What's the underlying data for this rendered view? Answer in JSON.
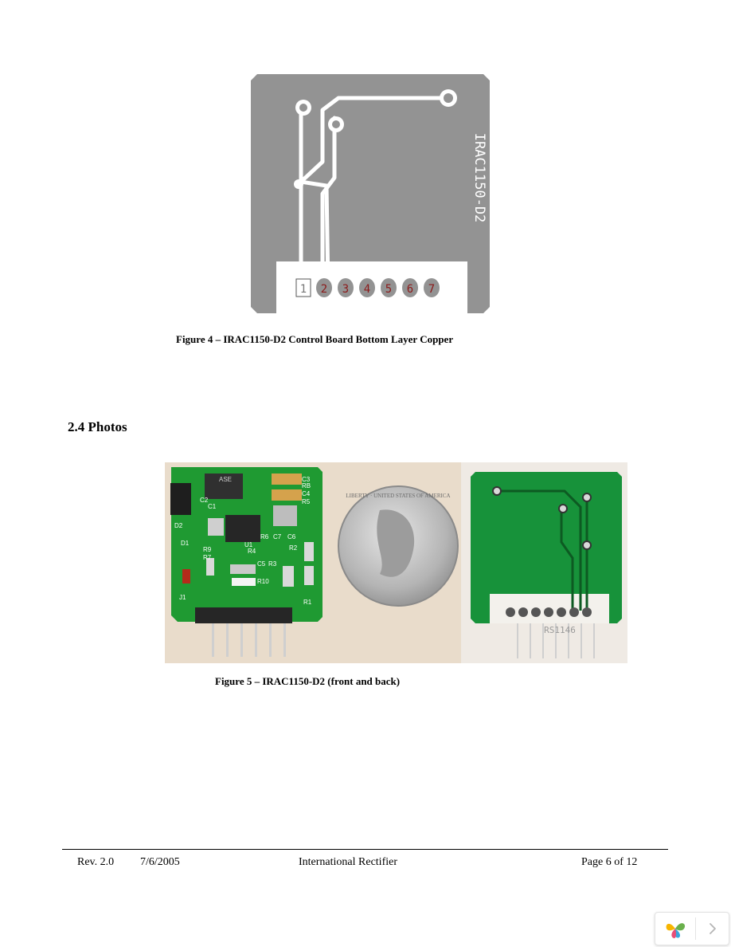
{
  "figure4": {
    "board_label": "IRAC1150-D2",
    "pins": [
      "1",
      "2",
      "3",
      "4",
      "5",
      "6",
      "7"
    ],
    "caption": "Figure 4 – IRAC1150-D2 Control Board Bottom Layer Copper"
  },
  "section": {
    "heading": "2.4 Photos"
  },
  "figure5": {
    "front_labels": [
      "ASE",
      "C2",
      "D2",
      "C1",
      "U1",
      "D1",
      "R9",
      "R7",
      "R6",
      "C7",
      "C6",
      "R4",
      "R2",
      "C5",
      "R3",
      "R10",
      "J1",
      "C3",
      "RB",
      "C4",
      "R5",
      "R1"
    ],
    "coin_text": "LIBERTY · UNITED STATES OF AMERICA",
    "back_label": "RS1146",
    "caption": "Figure 5 – IRAC1150-D2 (front and back)"
  },
  "footer": {
    "rev": "Rev. 2.0",
    "date": "7/6/2005",
    "company": "International Rectifier",
    "page": "Page 6 of 12"
  },
  "nav": {
    "logo_icon": "pinwheel-logo-icon",
    "next_icon": "chevron-right-icon"
  }
}
